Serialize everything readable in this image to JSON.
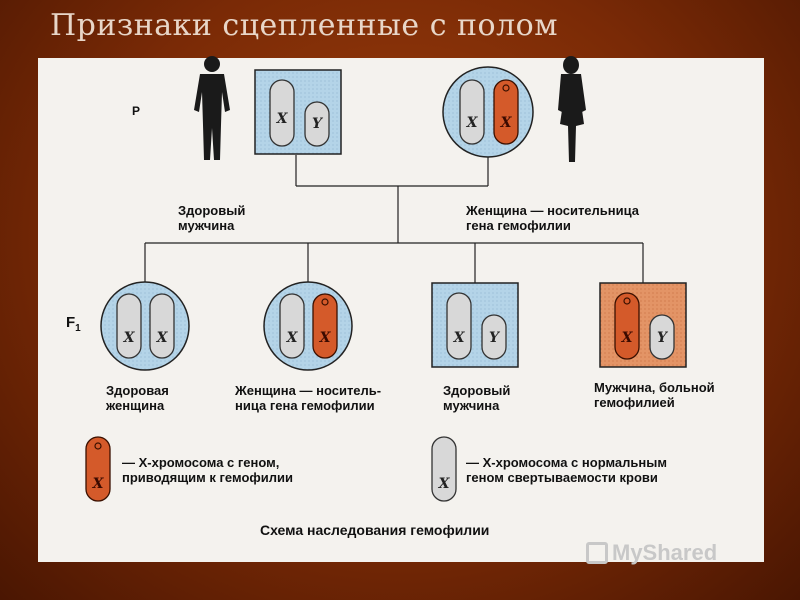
{
  "slide_title": "Признаки сцепленные с полом",
  "generation_p": "P",
  "generation_f1": "F",
  "generation_f1_sub": "1",
  "chromosome_labels": {
    "x": "X",
    "y": "Y"
  },
  "parents": {
    "father_caption": "Здоровый\nмужчина",
    "mother_caption": "Женщина — носительница\nгена гемофилии"
  },
  "offspring": [
    {
      "caption": "Здоровая\nженщина"
    },
    {
      "caption": "Женщина — носитель-\nница гена гемофилии"
    },
    {
      "caption": "Здоровый\nмужчина"
    },
    {
      "caption": "Мужчина, больной\nгемофилией"
    }
  ],
  "legend": {
    "mutant_label": "— X-хромосома с геном,\nприводящим к гемофилии",
    "normal_label": "— X-хромосома с нормальным\nгеном свертываемости крови"
  },
  "figure_caption": "Схема наследования гемофилии",
  "watermark": "MyShared",
  "colors": {
    "background": "#7a2a06",
    "panel": "#f4f2ee",
    "male_box_fill": "#b4d4e8",
    "female_circle_fill": "#b4d4e8",
    "affected_box_fill": "#e08a5a",
    "mutant_chromosome": "#d45a2a",
    "normal_chromosome": "#d8d8d8"
  },
  "icons": [
    "male-silhouette-icon",
    "female-silhouette-icon",
    "myshared-logo-icon"
  ]
}
